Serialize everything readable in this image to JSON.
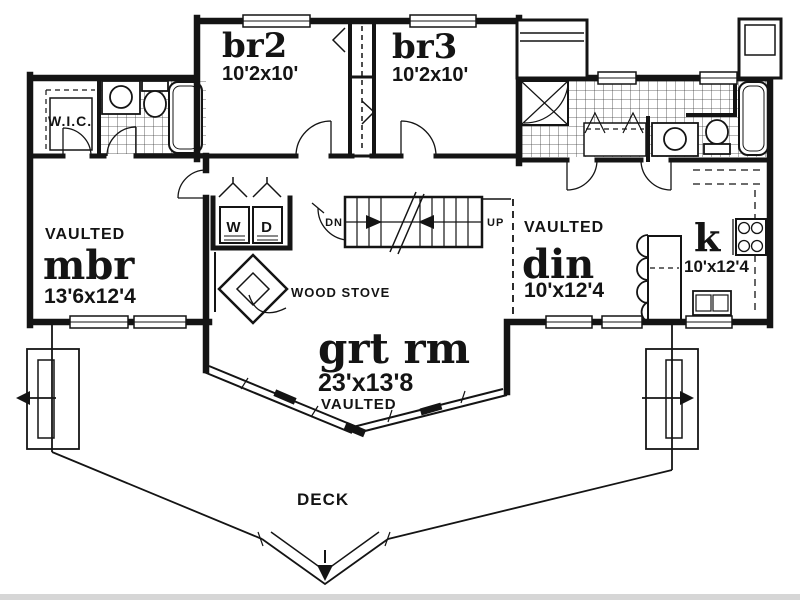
{
  "drawing_type": "first floor plan",
  "colors": {
    "ink": "#141414",
    "paper": "#ffffff",
    "scan_edge": "#d6d6d6"
  },
  "rooms": {
    "br2": {
      "label": "br2",
      "dims": "10'2x10'"
    },
    "br3": {
      "label": "br3",
      "dims": "10'2x10'"
    },
    "wic": {
      "label": "W.I.C."
    },
    "mbr": {
      "label": "mbr",
      "dims": "13'6x12'4",
      "ceiling": "VAULTED"
    },
    "din": {
      "label": "din",
      "dims": "10'x12'4",
      "ceiling": "VAULTED"
    },
    "kitchen": {
      "label": "k",
      "dims": "10'x12'4"
    },
    "great_room": {
      "label": "grt rm",
      "dims": "23'x13'8",
      "ceiling": "VAULTED"
    },
    "deck": {
      "label": "DECK"
    }
  },
  "fixtures": {
    "wood_stove_label": "WOOD STOVE",
    "washer_label": "W",
    "dryer_label": "D"
  },
  "stairs": {
    "down_label": "DN",
    "up_label": "UP"
  }
}
